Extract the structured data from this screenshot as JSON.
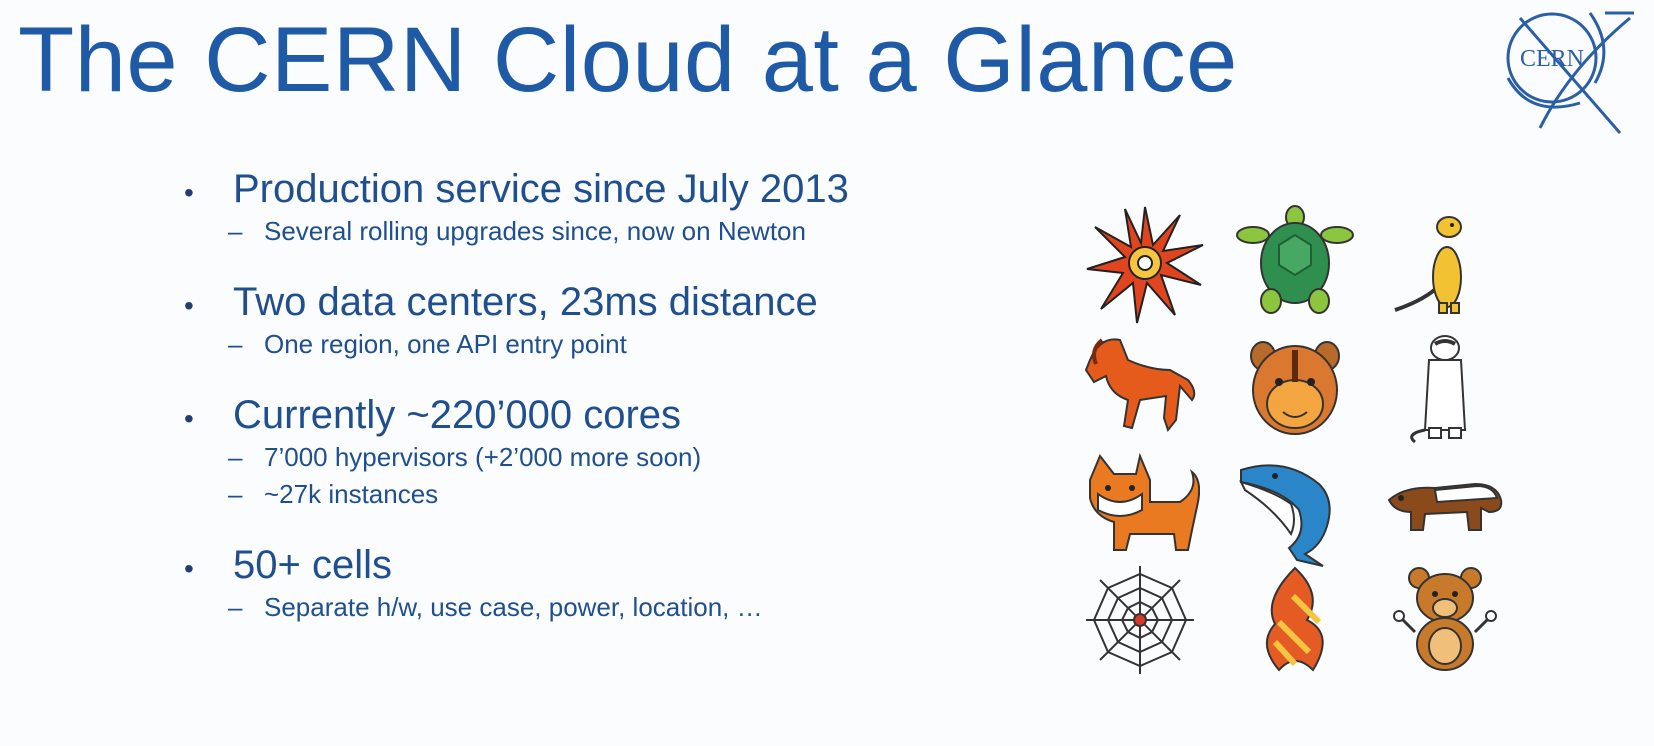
{
  "slide": {
    "title": "The CERN Cloud at a Glance",
    "logo_text": "CERN",
    "bullets": [
      {
        "text": "Production service since July 2013",
        "subs": [
          "Several rolling upgrades since, now on Newton"
        ]
      },
      {
        "text": "Two data centers, 23ms distance",
        "subs": [
          "One region, one API entry point"
        ]
      },
      {
        "text": "Currently ~220’000 cores",
        "subs": [
          "7’000 hypervisors (+2’000 more soon)",
          "~27k instances"
        ]
      },
      {
        "text": "50+ cells",
        "subs": [
          "Separate h/w, use case, power, location, …"
        ]
      }
    ],
    "bullet_glyph": "•",
    "sub_glyph": "–"
  },
  "icons": [
    "starburst-icon",
    "turtle-icon",
    "meerkat-icon",
    "horse-icon",
    "chipmunk-icon",
    "ferret-icon",
    "shiba-dog-icon",
    "shark-icon",
    "marten-icon",
    "spider-web-icon",
    "flame-icon",
    "bear-icon"
  ],
  "colors": {
    "title": "#1f5aa6",
    "text": "#1f4f8f",
    "background": "#fbfcfd"
  }
}
